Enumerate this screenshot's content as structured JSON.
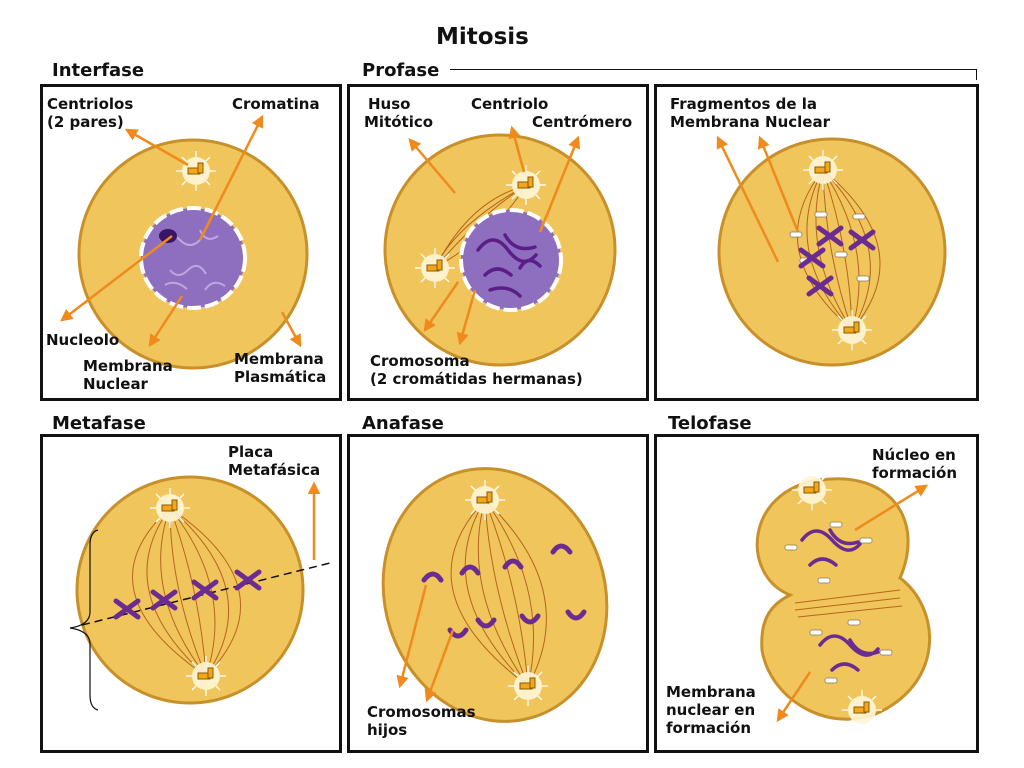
{
  "title": "Mitosis",
  "phases": {
    "interfase": "Interfase",
    "profase": "Profase",
    "metafase": "Metafase",
    "anafase": "Anafase",
    "telofase": "Telofase"
  },
  "labels": {
    "centriolos_1": "Centriolos",
    "centriolos_2": "(2 pares)",
    "cromatina": "Cromatina",
    "nucleolo": "Nucleolo",
    "membrana_nuclear_1": "Membrana",
    "membrana_nuclear_2": "Nuclear",
    "membrana_plasmatica_1": "Membrana",
    "membrana_plasmatica_2": "Plasmática",
    "huso_1": "Huso",
    "huso_2": "Mitótico",
    "centriolo": "Centriolo",
    "centromero": "Centrómero",
    "cromosoma_1": "Cromosoma",
    "cromosoma_2": "(2 cromátidas hermanas)",
    "fragmentos_1": "Fragmentos de la",
    "fragmentos_2": "Membrana Nuclear",
    "placa_1": "Placa",
    "placa_2": "Metafásica",
    "cromosomas_hijos_1": "Cromosomas",
    "cromosomas_hijos_2": "hijos",
    "nucleo_formacion_1": "Núcleo en",
    "nucleo_formacion_2": "formación",
    "membrana_formacion_1": "Membrana",
    "membrana_formacion_2": "nuclear en",
    "membrana_formacion_3": "formación"
  },
  "colors": {
    "cytoplasm": "#f0c55c",
    "cell_outline": "#c8902a",
    "arrow": "#f08a1c",
    "chromosome": "#6b2c91",
    "nucleus": "#8e6fbf",
    "spindle": "#b5651d"
  }
}
